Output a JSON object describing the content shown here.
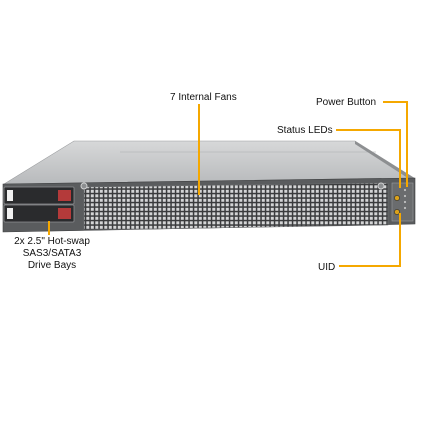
{
  "callouts": {
    "fans": "7 Internal  Fans",
    "power": "Power Button",
    "status": "Status LEDs",
    "uid": "UID",
    "bays": [
      "2x 2.5\" Hot-swap",
      "SAS3/SATA3",
      "Drive Bays"
    ]
  },
  "colors": {
    "leader": "#f5a800",
    "chassis_top": "#c4c6c8",
    "chassis_front": "#5a5c5e",
    "drive_bay": "#2a2b2d",
    "grille": "#d8d9da"
  },
  "icons": [
    "power-button-icon",
    "uid-button-icon",
    "status-led-icon"
  ]
}
